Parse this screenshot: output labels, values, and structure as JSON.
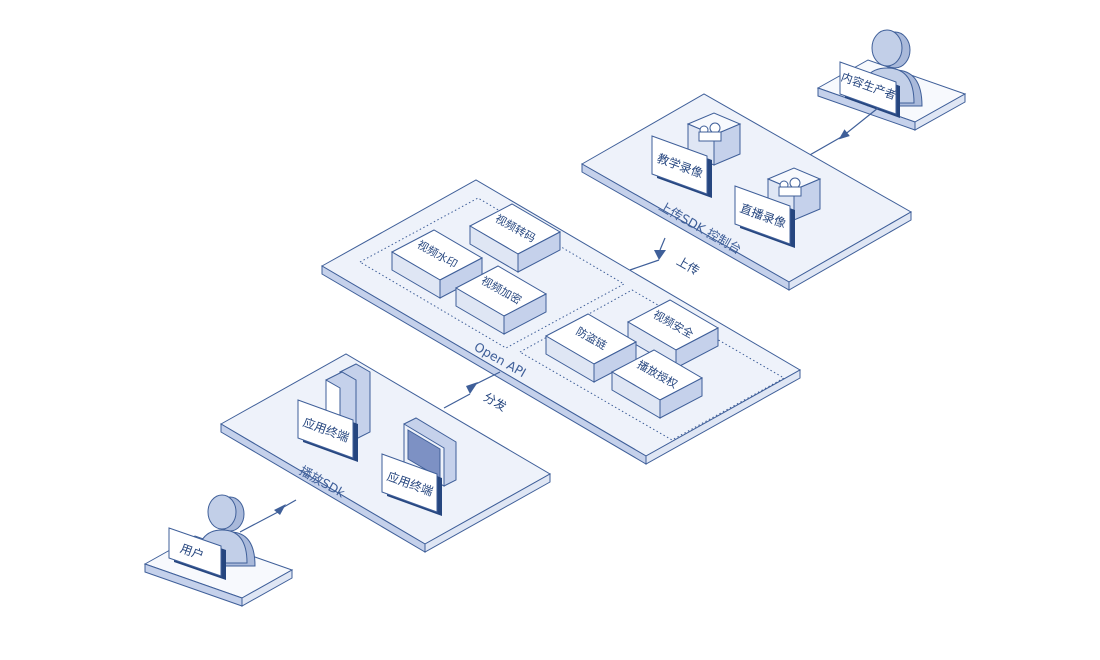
{
  "labels": {
    "producer": "内容生产者",
    "teaching_recording": "教学录像",
    "live_recording": "直播录像",
    "upload_console": "上传SDK 控制台",
    "upload": "上传",
    "watermark": "视频水印",
    "transcode": "视频转码",
    "encrypt": "视频加密",
    "hotlink": "防盗链",
    "video_security": "视频安全",
    "play_auth": "播放授权",
    "open_api": "Open API",
    "distribute": "分发",
    "app_terminal_1": "应用终端",
    "app_terminal_2": "应用终端",
    "player_sdk": "播放SDk",
    "user": "用户"
  },
  "colors": {
    "stroke": "#3f5f99",
    "face": "#eef2fa",
    "band": "#c5d1eb",
    "dark": "#26467f",
    "person": "#a9b9da"
  }
}
